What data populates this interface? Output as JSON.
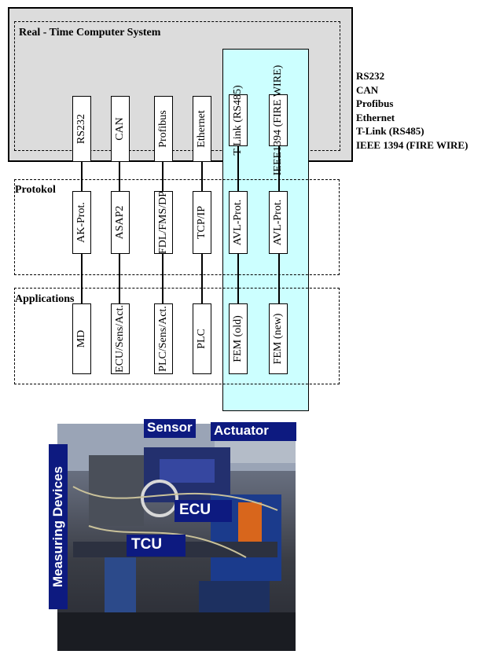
{
  "title": "Real - Time Computer System",
  "interfaces": [
    {
      "label": "RS232"
    },
    {
      "label": "CAN"
    },
    {
      "label": "Profibus"
    },
    {
      "label": "Ethernet"
    },
    {
      "label": "T-Link (RS485)"
    },
    {
      "label": "IEEE1394 (FIRE WIRE)"
    }
  ],
  "protocol_layer": {
    "label": "Protokol",
    "items": [
      "AK-Prot.",
      "ASAP2",
      "FDL/FMS/DP",
      "TCP/IP",
      "AVL-Prot.",
      "AVL-Prot."
    ]
  },
  "applications_layer": {
    "label": "Applications",
    "items": [
      "MD",
      "ECU/Sens/Act.",
      "PLC/Sens/Act.",
      "PLC",
      "FEM (old)",
      "FEM (new)"
    ]
  },
  "legend": [
    "RS232",
    "CAN",
    "Profibus",
    "Ethernet",
    "T-Link (RS485)",
    "IEEE 1394 (FIRE WIRE)"
  ],
  "photo_labels": {
    "sensor": "Sensor",
    "actuator": "Actuator",
    "ecu": "ECU",
    "tcu": "TCU",
    "measuring": "Measuring Devices"
  }
}
